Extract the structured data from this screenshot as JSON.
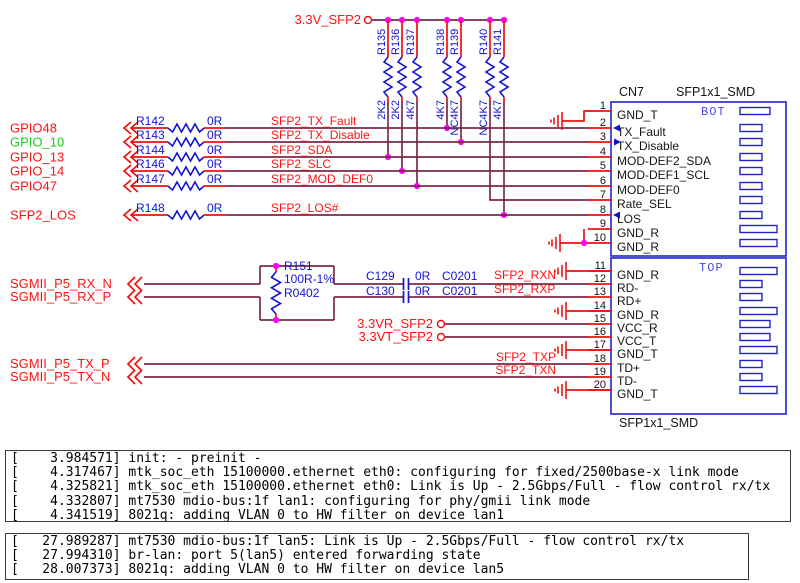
{
  "schematic": {
    "power_rail_label": "3.3V_SFP2",
    "pullups": [
      {
        "ref": "R135",
        "value": "2K2"
      },
      {
        "ref": "R136",
        "value": "2K2"
      },
      {
        "ref": "R137",
        "value": "4K7"
      },
      {
        "ref": "R138",
        "value": "4K7"
      },
      {
        "ref": "R139",
        "value": "NC4K7"
      },
      {
        "ref": "R140",
        "value": "NC4K7"
      },
      {
        "ref": "R141",
        "value": "4K7"
      }
    ],
    "gpio_rows": [
      {
        "left": "GPIO48",
        "left_color": "#ff1212",
        "ref": "R142",
        "value": "0R",
        "signal": "SFP2_TX_Fault"
      },
      {
        "left": "GPIO_10",
        "left_color": "#18d018",
        "ref": "R143",
        "value": "0R",
        "signal": "SFP2_TX_Disable"
      },
      {
        "left": "GPIO_13",
        "left_color": "#ff1212",
        "ref": "R144",
        "value": "0R",
        "signal": "SFP2_SDA"
      },
      {
        "left": "GPIO_14",
        "left_color": "#ff1212",
        "ref": "R146",
        "value": "0R",
        "signal": "SFP2_SLC"
      },
      {
        "left": "GPIO47",
        "left_color": "#ff1212",
        "ref": "R147",
        "value": "0R",
        "signal": "SFP2_MOD_DEF0"
      },
      {
        "left": "SFP2_LOS",
        "left_color": "#ff1212",
        "ref": "R148",
        "value": "0R",
        "signal": "SFP2_LOS#"
      }
    ],
    "rx": {
      "inputs": [
        "SGMII_P5_RX_N",
        "SGMII_P5_RX_P"
      ],
      "termination": {
        "ref": "R151",
        "value": "100R-1%",
        "package": "R0402"
      },
      "caps": [
        {
          "ref": "C129",
          "value": "0R",
          "package": "C0201"
        },
        {
          "ref": "C130",
          "value": "0R",
          "package": "C0201"
        }
      ],
      "signals": [
        "SFP2_RXN",
        "SFP2_RXP"
      ]
    },
    "power_taps": [
      "3.3VR_SFP2",
      "3.3VT_SFP2"
    ],
    "tx": {
      "inputs": [
        "SGMII_P5_TX_P",
        "SGMII_P5_TX_N"
      ],
      "signals": [
        "SFP2_TXP",
        "SFP2_TXN"
      ]
    },
    "connector": {
      "refdes": "CN7",
      "part": "SFP1x1_SMD",
      "part_bottom": "SFP1x1_SMD",
      "side_labels": [
        "BOT",
        "TOP"
      ],
      "pins": [
        {
          "num": "1",
          "name": "GND_T"
        },
        {
          "num": "2",
          "name": "TX_Fault"
        },
        {
          "num": "3",
          "name": "TX_Disable"
        },
        {
          "num": "4",
          "name": "MOD-DEF2_SDA"
        },
        {
          "num": "5",
          "name": "MOD-DEF1_SCL"
        },
        {
          "num": "6",
          "name": "MOD-DEF0"
        },
        {
          "num": "7",
          "name": "Rate_SEL"
        },
        {
          "num": "8",
          "name": "LOS"
        },
        {
          "num": "9",
          "name": "GND_R"
        },
        {
          "num": "10",
          "name": "GND_R"
        },
        {
          "num": "11",
          "name": "GND_R"
        },
        {
          "num": "12",
          "name": "RD-"
        },
        {
          "num": "13",
          "name": "RD+"
        },
        {
          "num": "14",
          "name": "GND_R"
        },
        {
          "num": "15",
          "name": "VCC_R"
        },
        {
          "num": "16",
          "name": "VCC_T"
        },
        {
          "num": "17",
          "name": "GND_T"
        },
        {
          "num": "18",
          "name": "TD+"
        },
        {
          "num": "19",
          "name": "TD-"
        },
        {
          "num": "20",
          "name": "GND_T"
        }
      ]
    }
  },
  "logs": [
    {
      "lines": [
        "[    3.984571] init: - preinit -",
        "[    4.317467] mtk_soc_eth 15100000.ethernet eth0: configuring for fixed/2500base-x link mode",
        "[    4.325821] mtk_soc_eth 15100000.ethernet eth0: Link is Up - 2.5Gbps/Full - flow control rx/tx",
        "[    4.332807] mt7530 mdio-bus:1f lan1: configuring for phy/gmii link mode",
        "[    4.341519] 8021q: adding VLAN 0 to HW filter on device lan1"
      ]
    },
    {
      "lines": [
        "[   27.989287] mt7530 mdio-bus:1f lan5: Link is Up - 2.5Gbps/Full - flow control rx/tx",
        "[   27.994310] br-lan: port 5(lan5) entered forwarding state",
        "[   28.007373] 8021q: adding VLAN 0 to HW filter on device lan5"
      ]
    }
  ],
  "colors": {
    "wire": "#7a2948",
    "net_red": "#ee1111",
    "component_blue": "#1313d2",
    "junction": "#ff00ff",
    "label_red": "#ff1212",
    "label_green": "#18d018",
    "connector_blue": "#2222cc",
    "side_label_blue": "#4b4be0",
    "pin_text": "#141414",
    "log_text": "#000000"
  }
}
